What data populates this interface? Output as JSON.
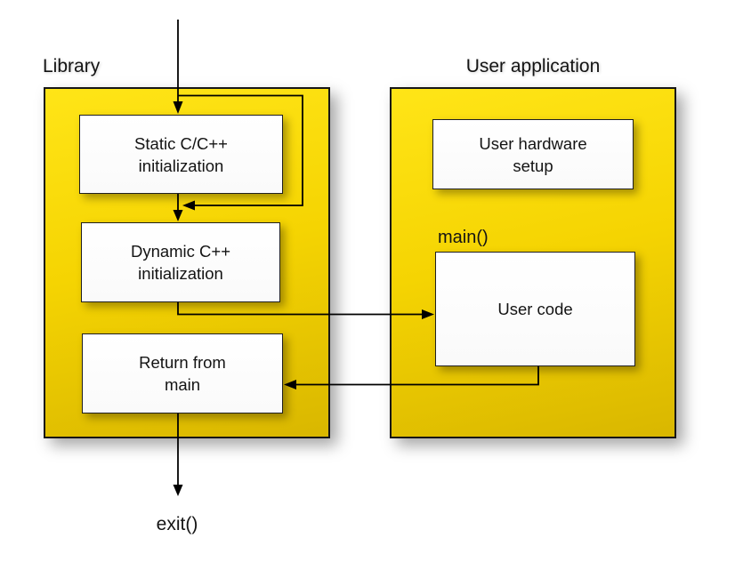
{
  "colors": {
    "background": "#ffffff",
    "panel_light": "#ffe517",
    "panel_mid": "#f5d402",
    "panel_dark": "#d9b700",
    "panel_border": "#161616",
    "node_border": "#1f1f1f",
    "ink": "#141414",
    "line": "#000000"
  },
  "panels": {
    "library": {
      "label": "Library"
    },
    "user_application": {
      "label": "User application"
    }
  },
  "nodes": {
    "static_init": {
      "line1": "Static C/C++",
      "line2": "initialization"
    },
    "dynamic_init": {
      "line1": "Dynamic C++",
      "line2": "initialization"
    },
    "return_main": {
      "line1": "Return from",
      "line2": "main"
    },
    "hw_setup": {
      "line1": "User hardware",
      "line2": "setup"
    },
    "user_code": {
      "line1": "User code"
    }
  },
  "labels": {
    "main": "main()",
    "exit": "exit()"
  },
  "edges": [
    {
      "name": "entry-arrow",
      "from": "reset-entry",
      "to": "static_init"
    },
    {
      "name": "static-init-loop-arrow",
      "from": "entry-branch",
      "to": "static-to-dynamic-path",
      "note": "loop around static initialization"
    },
    {
      "name": "static-to-dynamic-arrow",
      "from": "static_init",
      "to": "dynamic_init"
    },
    {
      "name": "dynamic-to-usercode-arrow",
      "from": "dynamic_init",
      "to": "user_code"
    },
    {
      "name": "usercode-to-return-arrow",
      "from": "user_code",
      "to": "return_main"
    },
    {
      "name": "return-to-exit-arrow",
      "from": "return_main",
      "to": "exit"
    }
  ]
}
